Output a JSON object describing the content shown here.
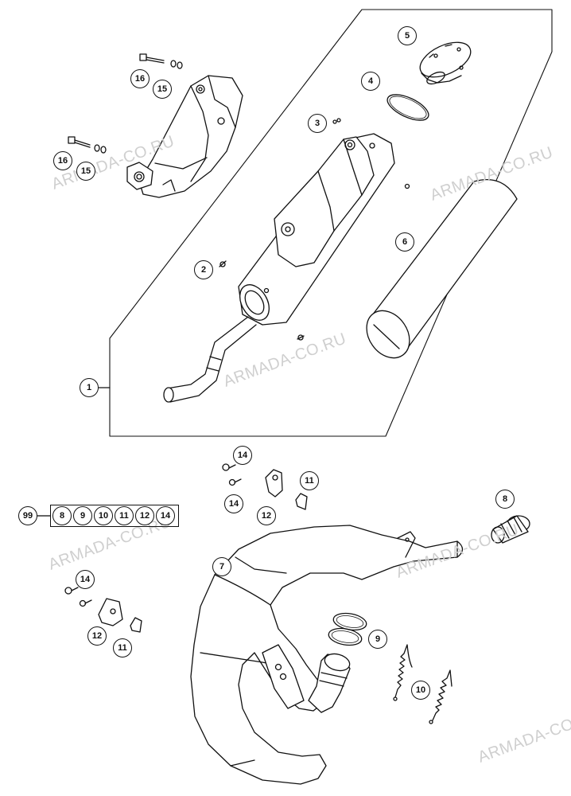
{
  "watermark": "ARMADA-CO.RU",
  "callouts": {
    "c1": "1",
    "c2": "2",
    "c3": "3",
    "c4": "4",
    "c5": "5",
    "c6": "6",
    "c16a": "16",
    "c15a": "15",
    "c16b": "16",
    "c15b": "15",
    "c7": "7",
    "c8": "8",
    "c9": "9",
    "c10": "10",
    "c14a": "14",
    "c14b": "14",
    "c12a": "12",
    "c11a": "11",
    "c14c": "14",
    "c12b": "12",
    "c11b": "11"
  },
  "kit": {
    "label": "99",
    "items": [
      "8",
      "9",
      "10",
      "11",
      "12",
      "14"
    ]
  },
  "colors": {
    "line": "#111111",
    "watermark": "#cfcfcf",
    "background": "#ffffff"
  }
}
